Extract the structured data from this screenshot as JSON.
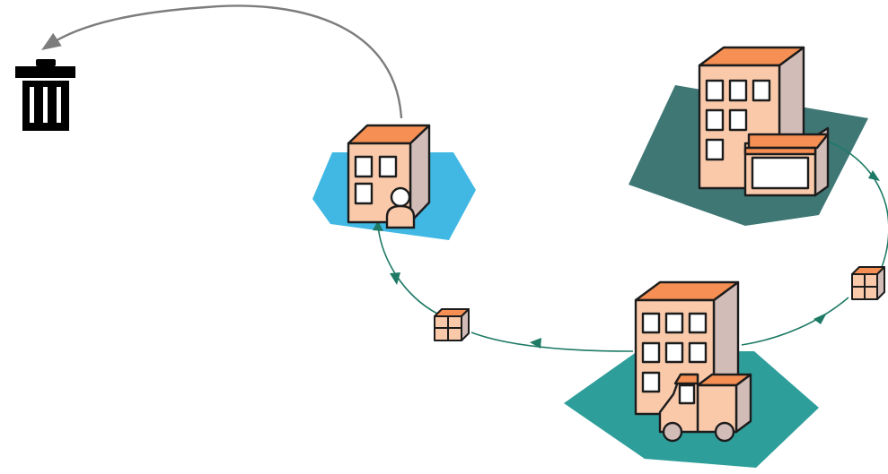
{
  "diagram": {
    "nodes": [
      {
        "id": "consumer",
        "icon": "consumer-building-icon",
        "base_color": "#41b8e4"
      },
      {
        "id": "retailer",
        "icon": "retail-store-icon",
        "base_color": "#3f7775"
      },
      {
        "id": "distributor",
        "icon": "distribution-center-icon",
        "base_color": "#2e9e9b"
      },
      {
        "id": "disposal",
        "icon": "trash-can-icon"
      }
    ],
    "flows": [
      {
        "from": "retailer",
        "to": "distributor",
        "carrier": "package-icon"
      },
      {
        "from": "distributor",
        "to": "consumer",
        "carrier": "package-icon"
      },
      {
        "from": "consumer",
        "to": "disposal"
      }
    ],
    "colors": {
      "building_front": "#f9c9aa",
      "building_roof": "#f58f53",
      "building_side": "#d1bcb7",
      "flow_arrow": "#1e7a65",
      "disposal_arrow": "#7d7d7d",
      "outline": "#1c1c1c"
    }
  }
}
